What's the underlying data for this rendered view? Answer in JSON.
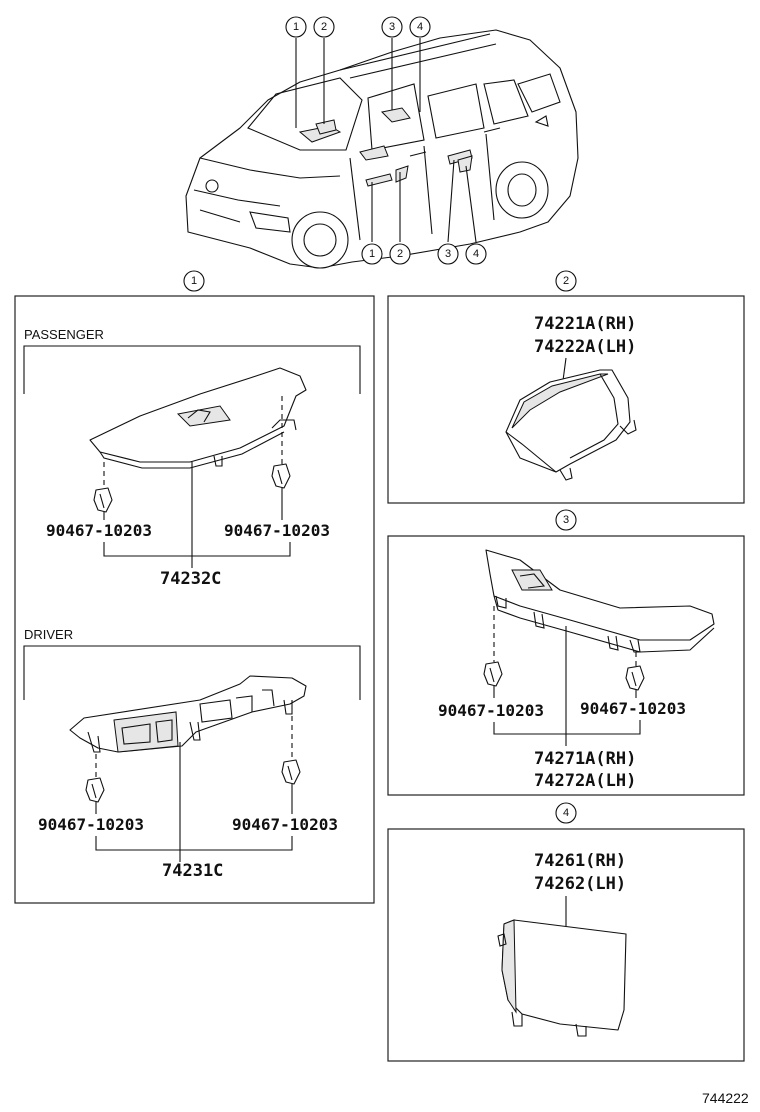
{
  "callouts": {
    "c1": "1",
    "c2": "2",
    "c3": "3",
    "c4": "4"
  },
  "panel1": {
    "passenger": {
      "heading": "PASSENGER",
      "clip_left": "90467-10203",
      "clip_right": "90467-10203",
      "part": "74232C"
    },
    "driver": {
      "heading": "DRIVER",
      "clip_left": "90467-10203",
      "clip_right": "90467-10203",
      "part": "74231C"
    }
  },
  "panel2": {
    "part_rh": "74221A(RH)",
    "part_lh": "74222A(LH)"
  },
  "panel3": {
    "clip_left": "90467-10203",
    "clip_right": "90467-10203",
    "part_rh": "74271A(RH)",
    "part_lh": "74272A(LH)"
  },
  "panel4": {
    "part_rh": "74261(RH)",
    "part_lh": "74262(LH)"
  },
  "figure_ref": "744222"
}
